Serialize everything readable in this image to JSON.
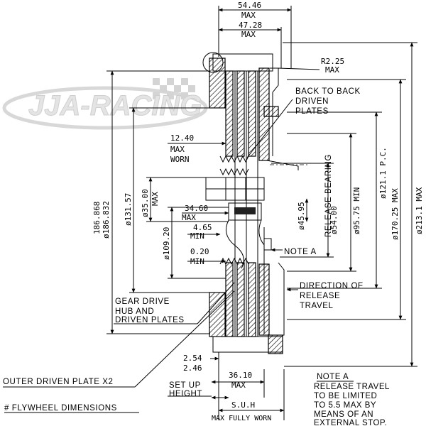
{
  "logo_text": "JJA-RACING",
  "dimensions": {
    "d_54_46": "54.46",
    "d_54_46_max": "MAX",
    "d_47_28": "47.28",
    "d_47_28_max": "MAX",
    "r_2_25": "R2.25",
    "r_2_25_max": "MAX",
    "d_12_40": "12.40",
    "d_12_40_sub1": "MAX",
    "d_12_40_sub2": "WORN",
    "d_186": "186.868",
    "d_186b": "ø186.832",
    "d_131": "ø131.57",
    "d_35": "ø35.00",
    "d_35_max": "MAX",
    "d_34_60": "34.60",
    "d_34_60_max": "MAX",
    "d_4_65": "4.65",
    "d_4_65_min": "MIN",
    "d_109": "ø109.20",
    "d_0_20": "0.20",
    "d_0_20_min": "MIN",
    "d_45_95": "ø45.95",
    "d_54_00": "ø54.00",
    "d_95_75": "ø95.75 MIN",
    "d_121": "ø121.1 P.C.",
    "d_170": "ø170.25 MAX",
    "d_213": "ø213.1 MAX",
    "d_2_54": "2.54",
    "d_2_46": "2.46",
    "d_36_10": "36.10",
    "d_36_10_max": "MAX",
    "suh": "S.U.H",
    "suh_sub": "MAX FULLY WORN"
  },
  "labels": {
    "back_to_back_1": "BACK TO BACK",
    "back_to_back_2": "DRIVEN",
    "back_to_back_3": "PLATES",
    "release_bearing": "RELEASE BEARING",
    "note_a_ref": "NOTE A",
    "direction_1": "DIRECTION OF",
    "direction_2": "RELEASE",
    "direction_3": "TRAVEL",
    "gear_1": "GEAR DRIVE",
    "gear_2": "HUB AND",
    "gear_3": "DRIVEN PLATES",
    "outer_plate": "OUTER DRIVEN PLATE X2",
    "setup_1": "SET UP",
    "setup_2": "HEIGHT",
    "flywheel": "# FLYWHEEL DIMENSIONS"
  },
  "note": {
    "title": "NOTE A",
    "lines": [
      "RELEASE TRAVEL",
      "TO BE LIMITED",
      "TO 5.5 MAX BY",
      "MEANS OF AN",
      "EXTERNAL STOP."
    ]
  }
}
